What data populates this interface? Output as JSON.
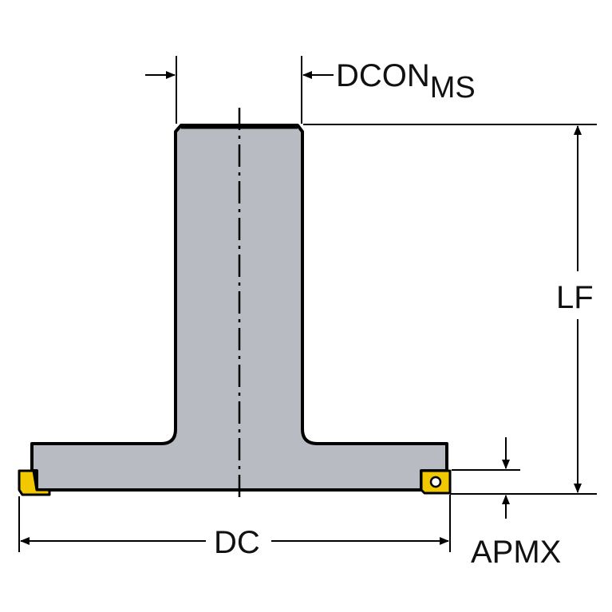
{
  "colors": {
    "body_fill": "#b8bcc2",
    "insert_fill": "#f2c800",
    "line": "#000000",
    "background": "#ffffff"
  },
  "labels": {
    "dcon_main": "DCON",
    "dcon_sub": "MS",
    "lf": "LF",
    "dc": "DC",
    "apmx": "APMX"
  }
}
